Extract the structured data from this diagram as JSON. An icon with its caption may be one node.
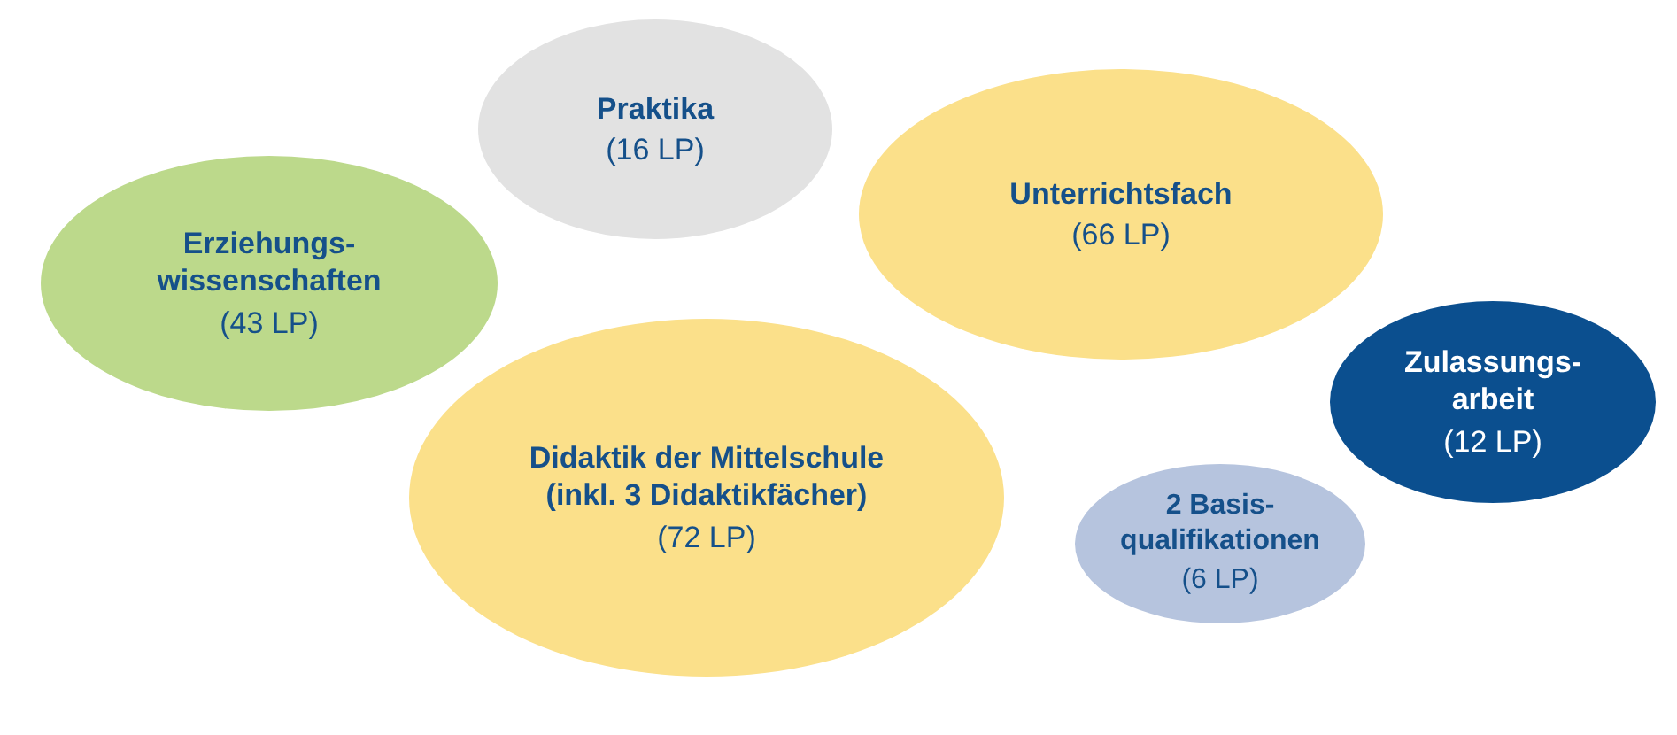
{
  "diagram": {
    "nodes": [
      {
        "text": [
          "Praktika",
          "(16 LP)"
        ]
      },
      {
        "text": [
          "Erziehungs- wissenschaften",
          "(43 LP)"
        ]
      },
      {
        "text": [
          "Unterrichtsfach",
          "(66 LP)"
        ]
      },
      {
        "text": [
          "Didaktik der Mittelschule (inkl. 3 Didaktikfächer)",
          "(72 LP)"
        ]
      },
      {
        "text": [
          "Zulassungs- arbeit",
          "(12 LP)"
        ]
      },
      {
        "text": [
          "2 Basis- qualifikationen",
          "(6 LP)"
        ]
      }
    ],
    "edges": []
  }
}
